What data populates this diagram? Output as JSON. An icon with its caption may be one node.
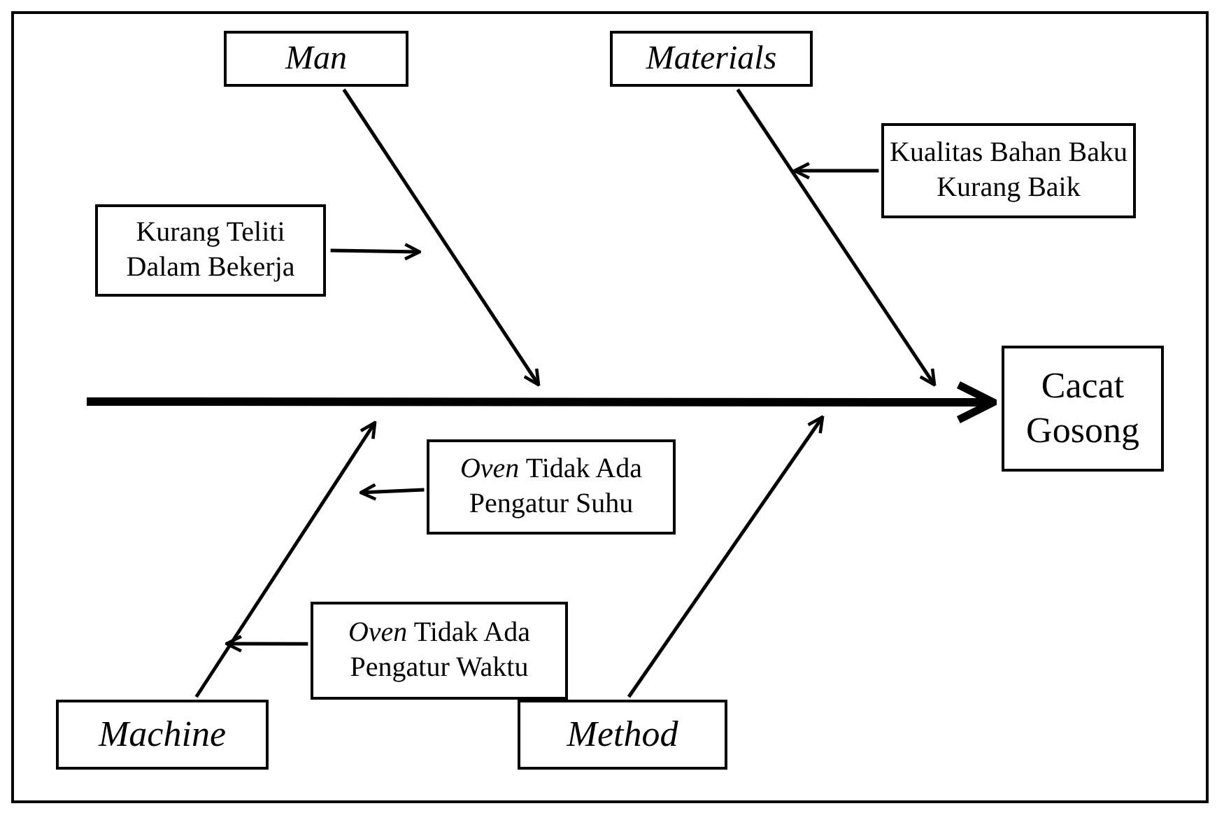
{
  "diagram": {
    "nodes": [
      {
        "text": [
          "Man"
        ]
      },
      {
        "text": [
          "Materials"
        ]
      },
      {
        "text": [
          "Kurang Teliti Dalam Bekerja"
        ]
      },
      {
        "text": [
          "Kualitas Bahan Baku Kurang Baik"
        ]
      },
      {
        "text": [
          "Cacat Gosong"
        ]
      },
      {
        "text": [
          "*Oven* Tidak Ada Pengatur Suhu"
        ]
      },
      {
        "text": [
          "*Oven* Tidak Ada Pengatur Waktu"
        ]
      },
      {
        "text": [
          "Machine"
        ]
      },
      {
        "text": [
          "Method"
        ]
      }
    ],
    "edges": [
      {
        "from": null,
        "to": 4,
        "arrow": "to",
        "style": "thick"
      },
      {
        "from": 0,
        "to": null,
        "arrow": "to"
      },
      {
        "from": 1,
        "to": null,
        "arrow": "to"
      },
      {
        "from": 2,
        "to": null,
        "arrow": "to"
      },
      {
        "from": 3,
        "to": null,
        "arrow": "to"
      },
      {
        "from": 5,
        "to": null,
        "arrow": "to"
      },
      {
        "from": 6,
        "to": null,
        "arrow": "to"
      },
      {
        "from": 7,
        "to": null,
        "arrow": "to"
      },
      {
        "from": 8,
        "to": null,
        "arrow": "to"
      }
    ]
  }
}
